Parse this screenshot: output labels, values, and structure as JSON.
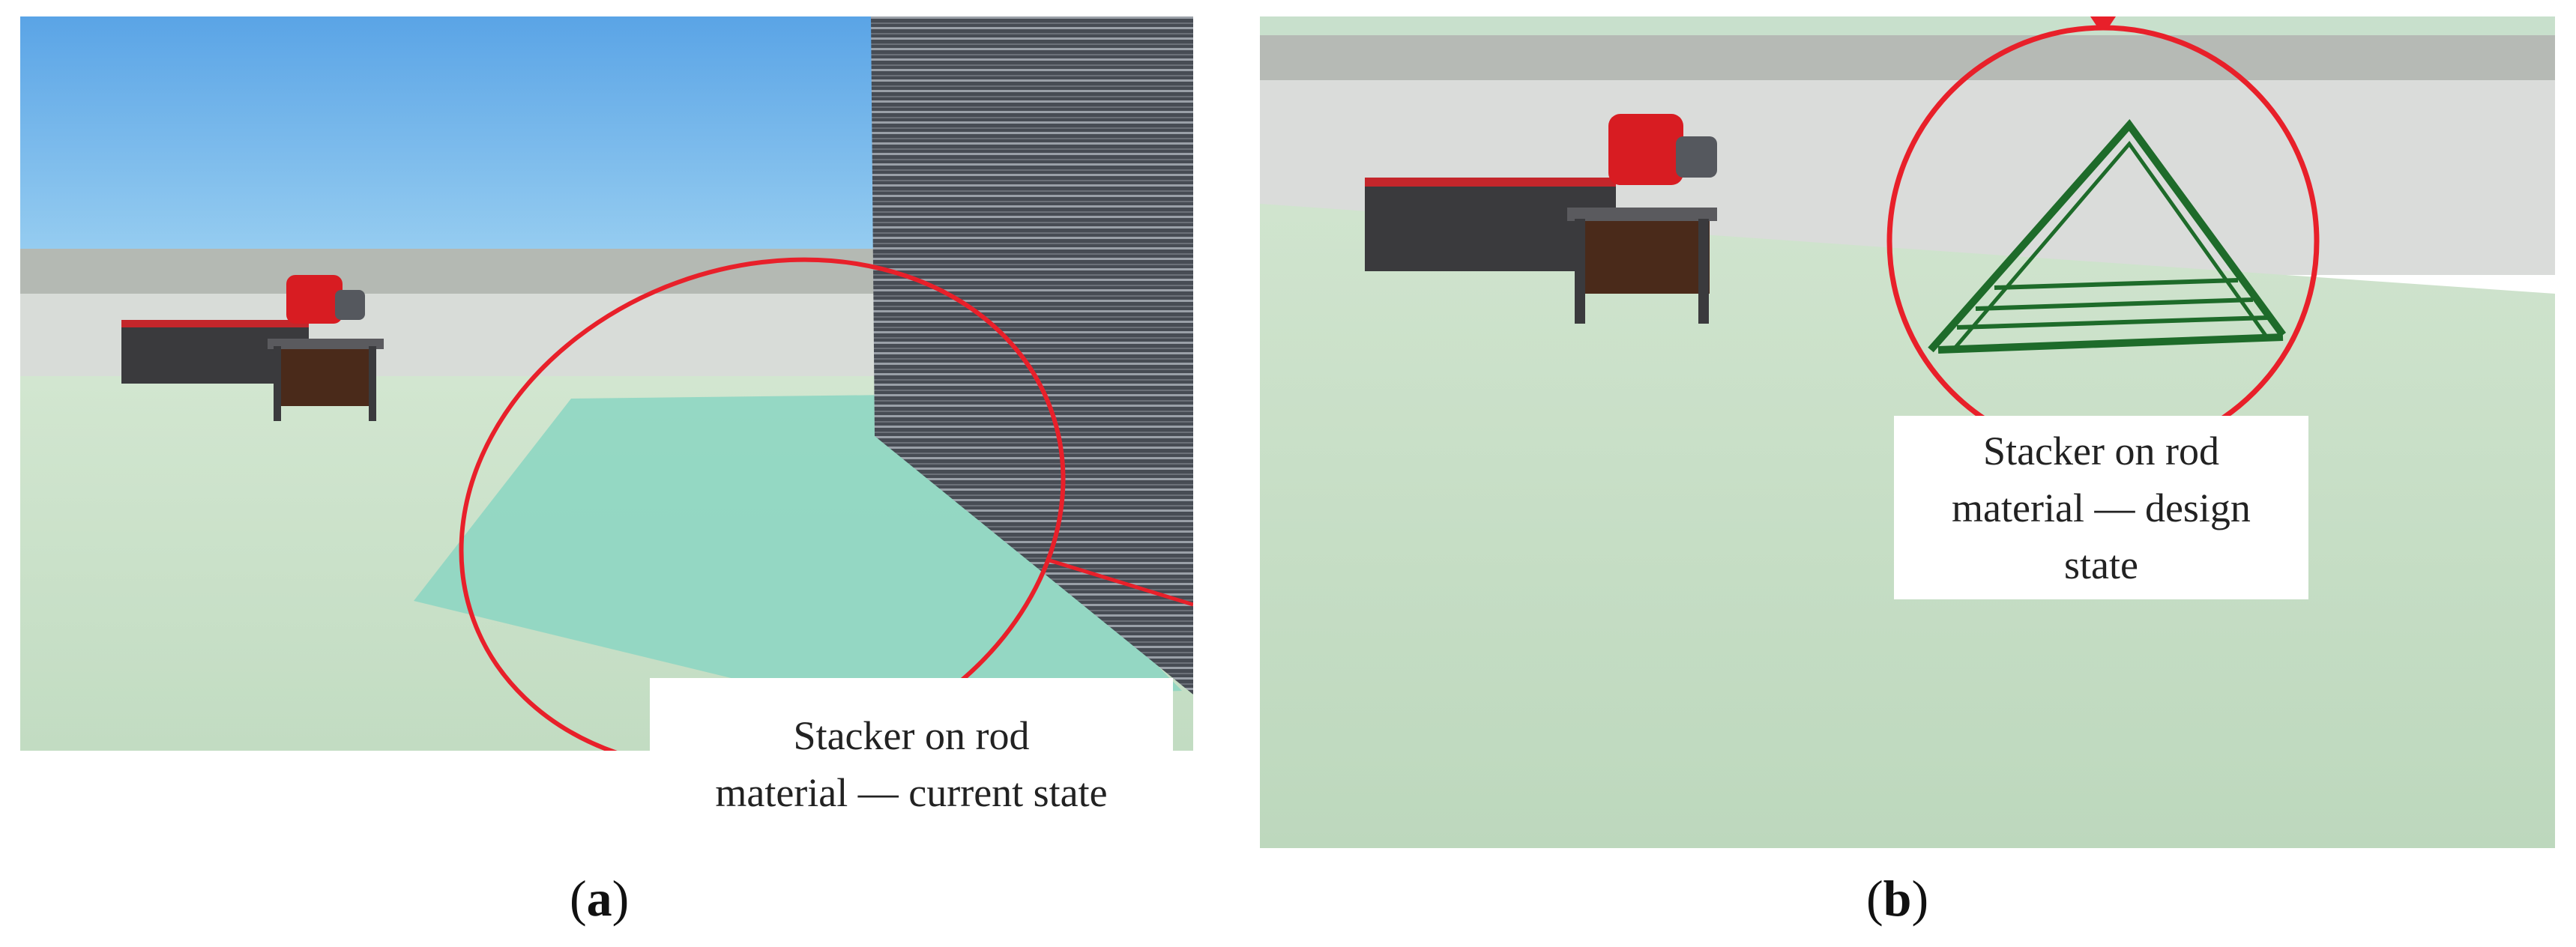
{
  "panels": [
    {
      "id": "a",
      "label_open": "(",
      "label_letter": "a",
      "label_close": ")",
      "caption_lines": [
        "Stacker on rod",
        "material — current state"
      ],
      "highlight_color": "#e8202a"
    },
    {
      "id": "b",
      "label_open": "(",
      "label_letter": "b",
      "label_close": ")",
      "caption_lines": [
        "Stacker on rod",
        "material — design",
        "state"
      ],
      "highlight_color": "#e8202a"
    }
  ],
  "colors": {
    "sky_top": "#5aa4e6",
    "sky_bottom": "#8fcaf2",
    "floor": "#c9e0c8",
    "floor_zone": "#8ed6c2",
    "shutter": "#4a4f57",
    "rack": "#1e6b2a",
    "machine_red": "#d81c22"
  }
}
